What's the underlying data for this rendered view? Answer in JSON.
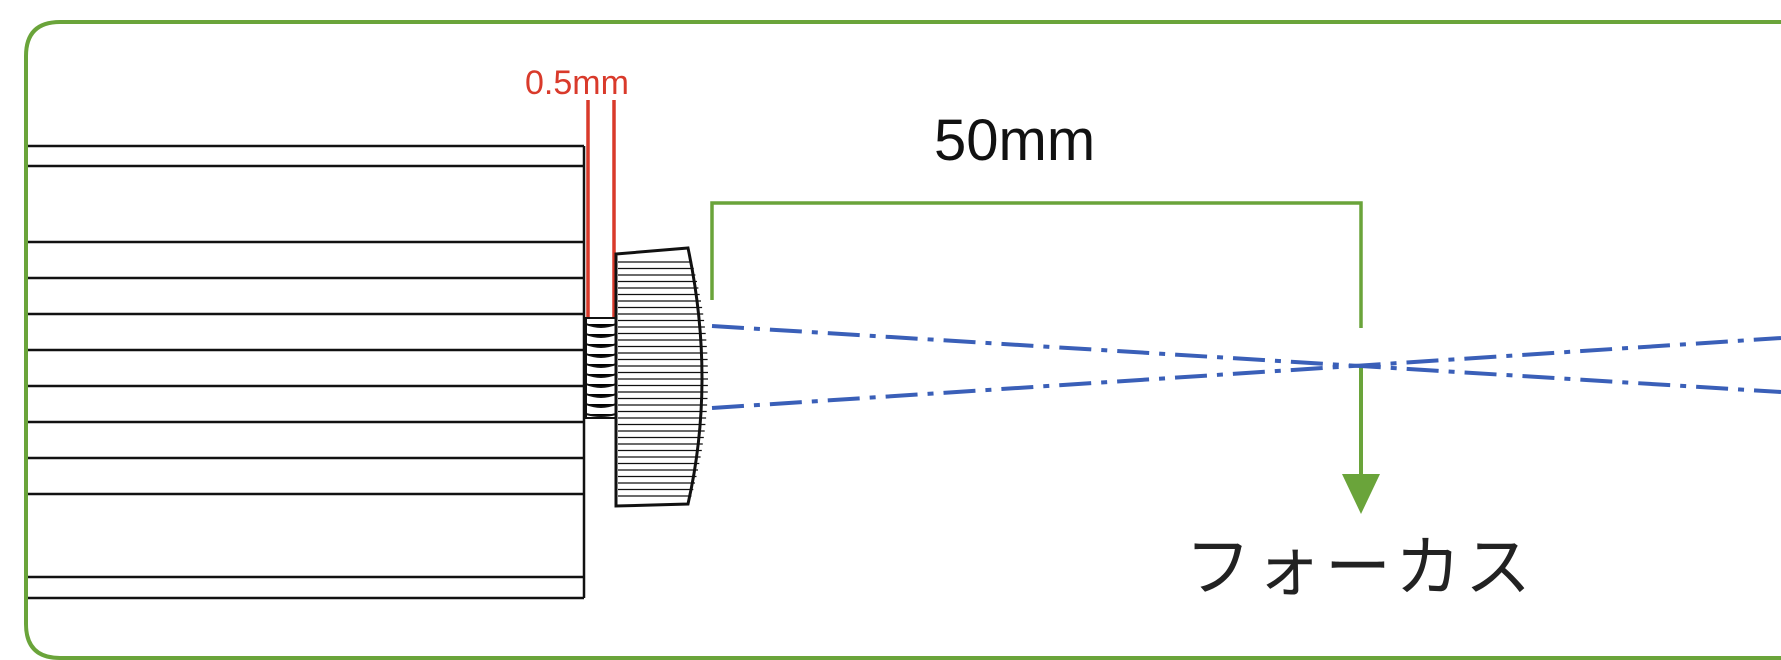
{
  "labels": {
    "gap": "0.5mm",
    "focal_distance": "50mm",
    "focus": "フォーカス"
  },
  "colors": {
    "frame": "#6aa43a",
    "gap_marker": "#d93a2b",
    "bracket": "#6aa43a",
    "beam": "#3a5fb8",
    "outline": "#111111"
  },
  "icons": {
    "focus_arrow": "arrow-down-icon"
  }
}
